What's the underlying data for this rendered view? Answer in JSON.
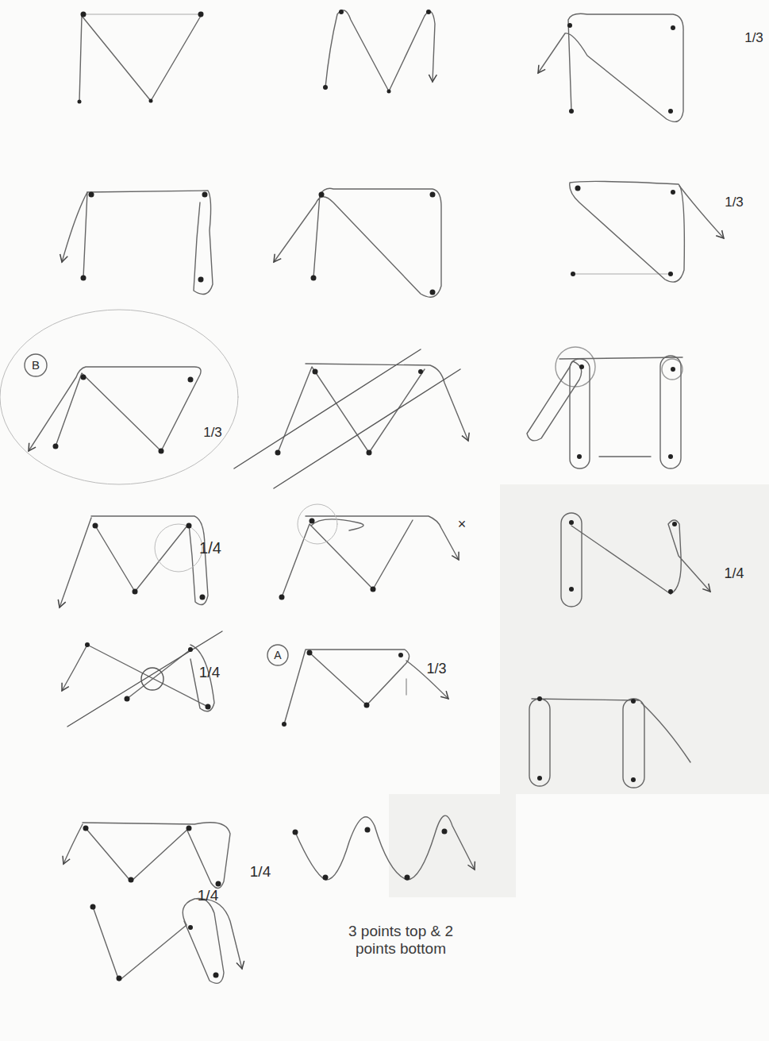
{
  "diagram": {
    "labels": [
      "1/3",
      "1/3",
      "B",
      "1/3",
      "1/4",
      "×",
      "1/4",
      "1/4",
      "A",
      "1/3",
      "1/4",
      "1/4",
      "3 points top & 2 points bottom"
    ]
  }
}
